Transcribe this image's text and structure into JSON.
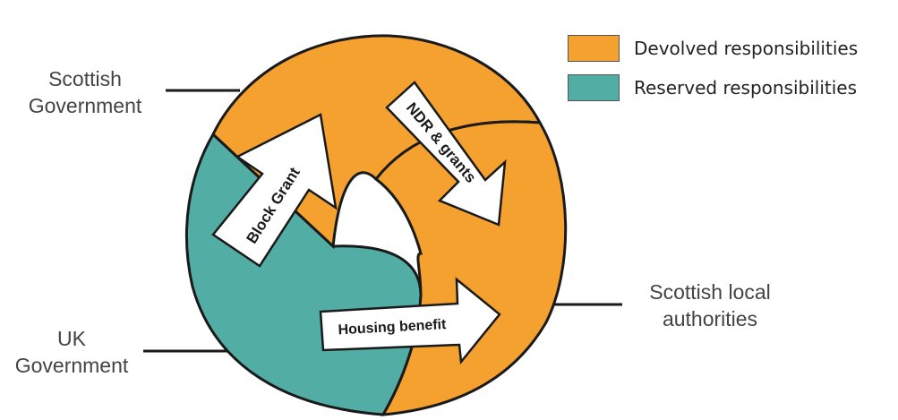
{
  "colors": {
    "devolved": "#F4A12F",
    "reserved": "#52AEA5",
    "outline": "#1a1a1a",
    "arrow": "#ffffff"
  },
  "legend": [
    {
      "label": "Devolved responsibilities",
      "color": "#F4A12F"
    },
    {
      "label": "Reserved responsibilities",
      "color": "#52AEA5"
    }
  ],
  "entities": {
    "scottish_government": [
      "Scottish",
      "Government"
    ],
    "uk_government": [
      "UK",
      "Government"
    ],
    "scottish_local_authorities": [
      "Scottish local",
      "authorities"
    ]
  },
  "flows": {
    "block_grant": "Block Grant",
    "ndr_grants": "NDR & grants",
    "housing_benefit": "Housing benefit"
  }
}
